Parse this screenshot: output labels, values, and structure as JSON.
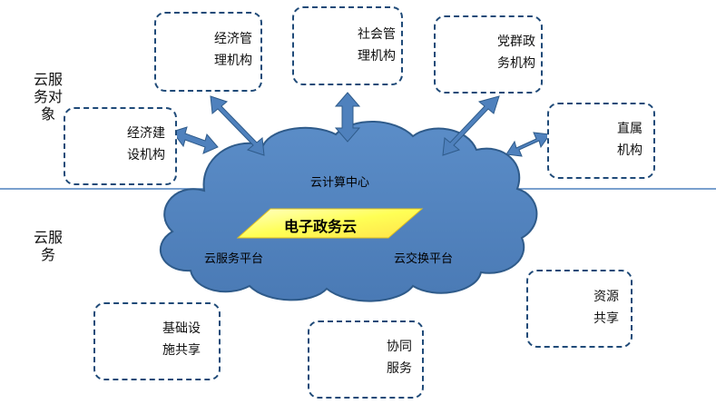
{
  "side_labels": {
    "cloud_service_objects": "云服务对象",
    "cloud_services": "云服务"
  },
  "cloud": {
    "center_title": "云计算中心",
    "core_label": "电子政务云",
    "service_platform": "云服务平台",
    "exchange_platform": "云交换平台"
  },
  "objects": {
    "econ_mgmt": {
      "line1": "经济管",
      "line2": "理机构",
      "icon": "recycle-bin-money-icon"
    },
    "social_mgmt": {
      "line1": "社会管",
      "line2": "理机构",
      "icon": "police-cap-icon"
    },
    "party": {
      "line1": "党群政",
      "line2": "务机构",
      "icon": "party-emblem-icon"
    },
    "econ_build": {
      "line1": "经济建",
      "line2": "设机构",
      "icon": "bar-chart-icon"
    },
    "direct": {
      "line1": "直属",
      "line2": "机构",
      "icon": "office-hall-photo-icon"
    }
  },
  "services": {
    "infra": {
      "line1": "基础设",
      "line2": "施共享",
      "icon": "server-rack-icon"
    },
    "collab": {
      "line1": "协同",
      "line2": "服务",
      "icon": "collaboration-people-icon"
    },
    "resource": {
      "line1": "资源",
      "line2": "共享",
      "icon": "network-topology-icon"
    }
  },
  "colors": {
    "cloud_fill": "#4f81bd",
    "cloud_stroke": "#2f5b8a",
    "dashed_border": "#1f4a78",
    "arrow_fill": "#4f81bd",
    "core_fill": "#ffff66"
  }
}
